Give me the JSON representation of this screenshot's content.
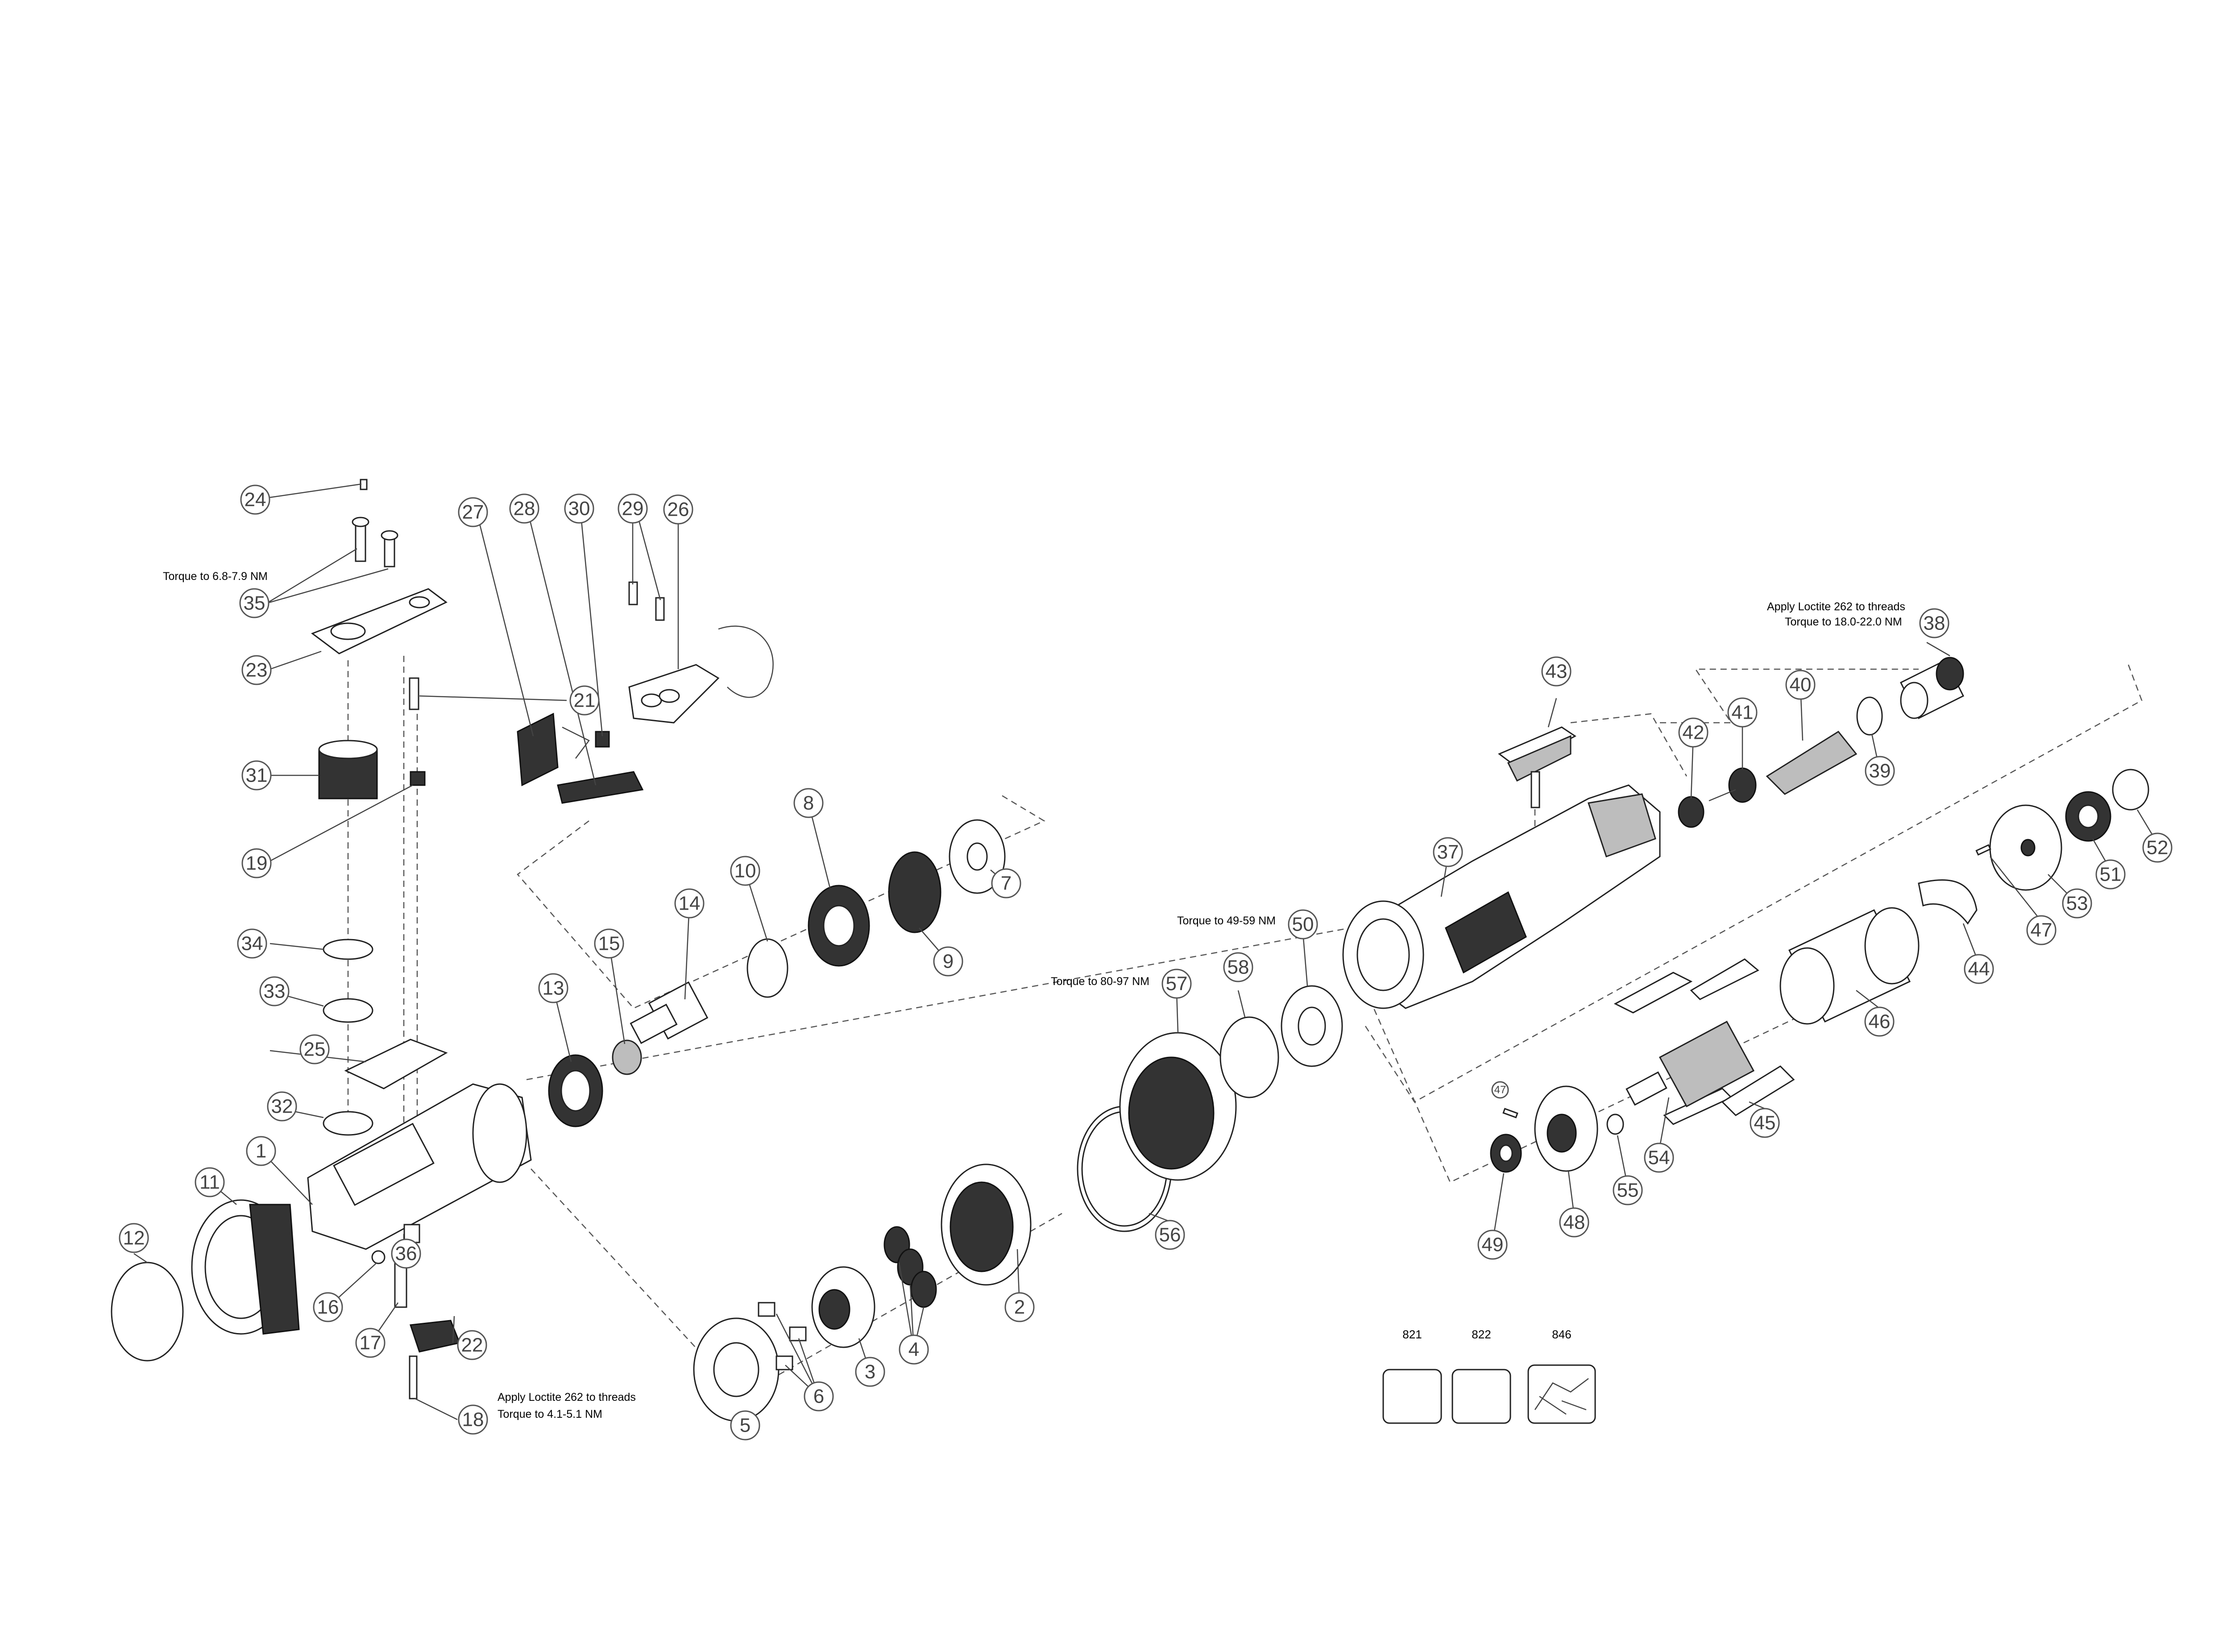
{
  "callouts": {
    "c1": "1",
    "c2": "2",
    "c3": "3",
    "c4": "4",
    "c5": "5",
    "c6": "6",
    "c7": "7",
    "c8": "8",
    "c9": "9",
    "c10": "10",
    "c11": "11",
    "c12": "12",
    "c13": "13",
    "c14": "14",
    "c15": "15",
    "c16": "16",
    "c17": "17",
    "c18": "18",
    "c19": "19",
    "c21": "21",
    "c22": "22",
    "c23": "23",
    "c24": "24",
    "c25": "25",
    "c26": "26",
    "c27": "27",
    "c28": "28",
    "c29": "29",
    "c30": "30",
    "c31": "31",
    "c32": "32",
    "c33": "33",
    "c34": "34",
    "c35": "35",
    "c36": "36",
    "c37": "37",
    "c38": "38",
    "c39": "39",
    "c40": "40",
    "c41": "41",
    "c42": "42",
    "c43": "43",
    "c44": "44",
    "c45": "45",
    "c46": "46",
    "c47": "47",
    "c47b": "47",
    "c48": "48",
    "c49": "49",
    "c50": "50",
    "c51": "51",
    "c52": "52",
    "c53": "53",
    "c54": "54",
    "c55": "55",
    "c56": "56",
    "c57": "57",
    "c58": "58"
  },
  "notes": {
    "torque_35": "Torque to 6.8-7.9 NM",
    "loctite_38": "Apply Loctite 262 to threads",
    "torque_38": "Torque to 18.0-22.0 NM",
    "torque_50": "Torque to 49-59 NM",
    "torque_57": "Torque to 80-97 NM",
    "loctite_18": "Apply Loctite 262 to threads",
    "torque_18": "Torque to 4.1-5.1 NM"
  },
  "kits": [
    {
      "label": "821"
    },
    {
      "label": "822"
    },
    {
      "label": "846"
    }
  ]
}
